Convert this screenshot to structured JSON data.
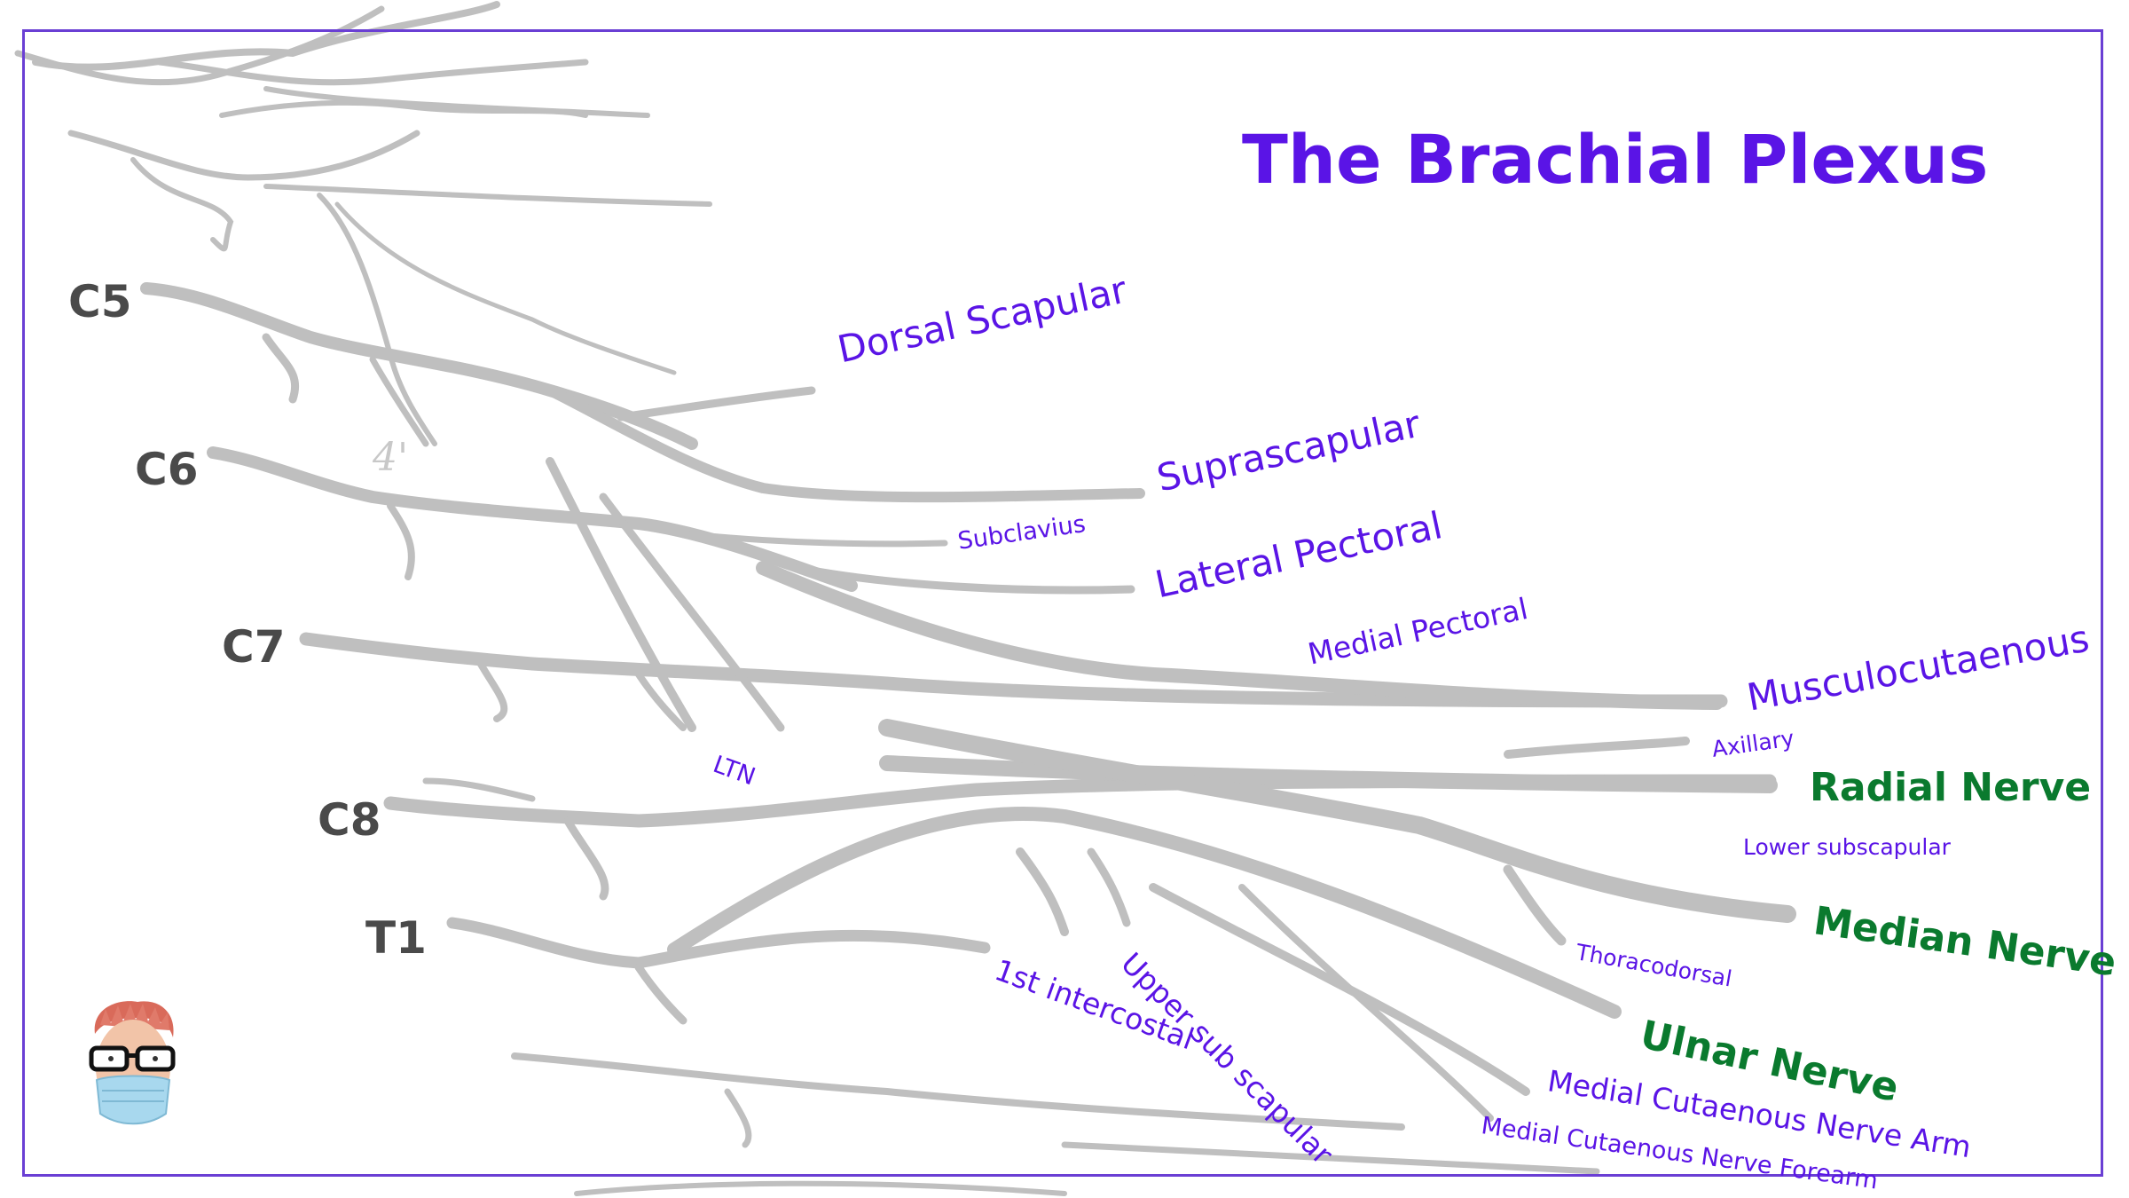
{
  "title": "The Brachial Plexus",
  "colors": {
    "title": "#5a14e6",
    "label": "#5a14e6",
    "terminal_branch": "#0a7a2e",
    "root_label": "#4a4a4a",
    "nerve_stroke": "#bfbfbf",
    "frame": "#6a3fd4"
  },
  "roots": [
    "C5",
    "C6",
    "C7",
    "C8",
    "T1"
  ],
  "branches": {
    "dorsal_scapular": "Dorsal Scapular",
    "suprascapular": "Suprascapular",
    "subclavius": "Subclavius",
    "lateral_pectoral": "Lateral Pectoral",
    "medial_pectoral": "Medial Pectoral",
    "musculocutaenous": "Musculocutaenous",
    "axillary": "Axillary",
    "lower_subscapular": "Lower subscapular",
    "thoracodorsal": "Thoracodorsal",
    "ltn": "LTN",
    "first_intercostal": "1st intercostal",
    "upper_sub_scapular": "Upper sub scapular",
    "medial_cutaneous_arm": "Medial Cutaenous Nerve Arm",
    "medial_cutaneous_forearm": "Medial Cutaenous Nerve Forearm"
  },
  "terminal_branches": {
    "radial": "Radial Nerve",
    "median": "Median Nerve",
    "ulnar": "Ulnar Nerve"
  },
  "illustration_marker": "4'",
  "icons": [
    "masked-doctor-avatar-icon"
  ]
}
